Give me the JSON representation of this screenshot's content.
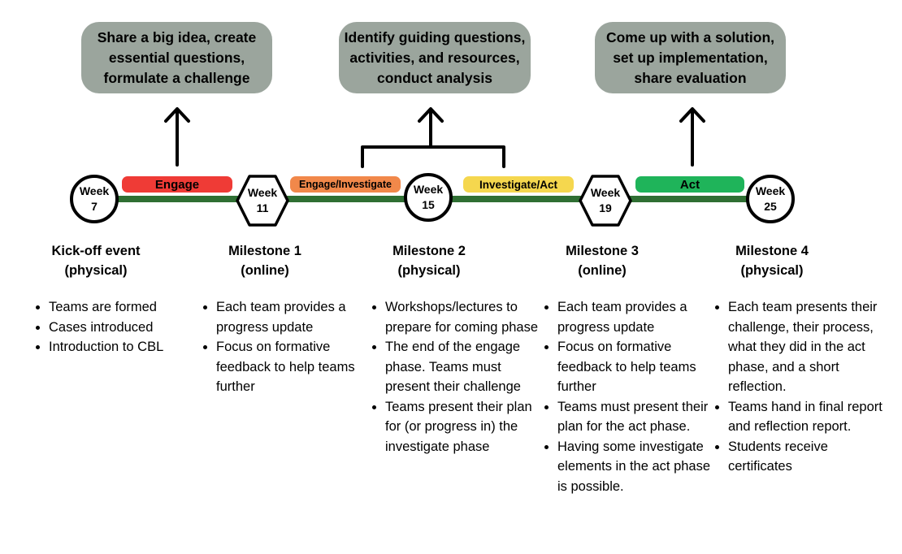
{
  "top_boxes": [
    {
      "text": "Share a big idea, create\nessential questions,\nformulate a challenge"
    },
    {
      "text": "Identify guiding questions,\nactivities, and resources,\nconduct analysis"
    },
    {
      "text": "Come up with a solution,\nset up implementation,\nshare evaluation"
    }
  ],
  "phases": [
    {
      "label": "Engage",
      "color": "#ef3b36"
    },
    {
      "label": "Engage/Investigate",
      "color": "#f1884a"
    },
    {
      "label": "Investigate/Act",
      "color": "#f5d74e"
    },
    {
      "label": "Act",
      "color": "#1fb45a"
    }
  ],
  "timeline_color": "#2f6f33",
  "nodes": [
    {
      "week": "Week",
      "num": "7",
      "shape": "circle"
    },
    {
      "week": "Week",
      "num": "11",
      "shape": "hexagon"
    },
    {
      "week": "Week",
      "num": "15",
      "shape": "circle"
    },
    {
      "week": "Week",
      "num": "19",
      "shape": "hexagon"
    },
    {
      "week": "Week",
      "num": "25",
      "shape": "circle"
    }
  ],
  "milestones": [
    {
      "title": "Kick-off event\n(physical)",
      "bullets": [
        "Teams are formed",
        "Cases introduced",
        "Introduction to CBL"
      ]
    },
    {
      "title": "Milestone 1\n(online)",
      "bullets": [
        "Each team provides a progress update",
        "Focus on formative feedback to help teams further"
      ]
    },
    {
      "title": "Milestone 2\n(physical)",
      "bullets": [
        "Workshops/lectures to prepare for coming phase",
        "The end of the engage phase. Teams must present their challenge",
        "Teams present their plan for (or progress in) the investigate phase"
      ]
    },
    {
      "title": "Milestone 3\n(online)",
      "bullets": [
        "Each team provides a progress update",
        "Focus on formative feedback to help teams further",
        "Teams must present their plan for the act phase.",
        "Having some investigate elements in the act phase is possible."
      ]
    },
    {
      "title": "Milestone 4\n(physical)",
      "bullets": [
        "Each team presents their challenge, their process, what they did in the act phase, and a short reflection.",
        "Teams hand in final report and reflection report.",
        "Students receive certificates"
      ]
    }
  ]
}
